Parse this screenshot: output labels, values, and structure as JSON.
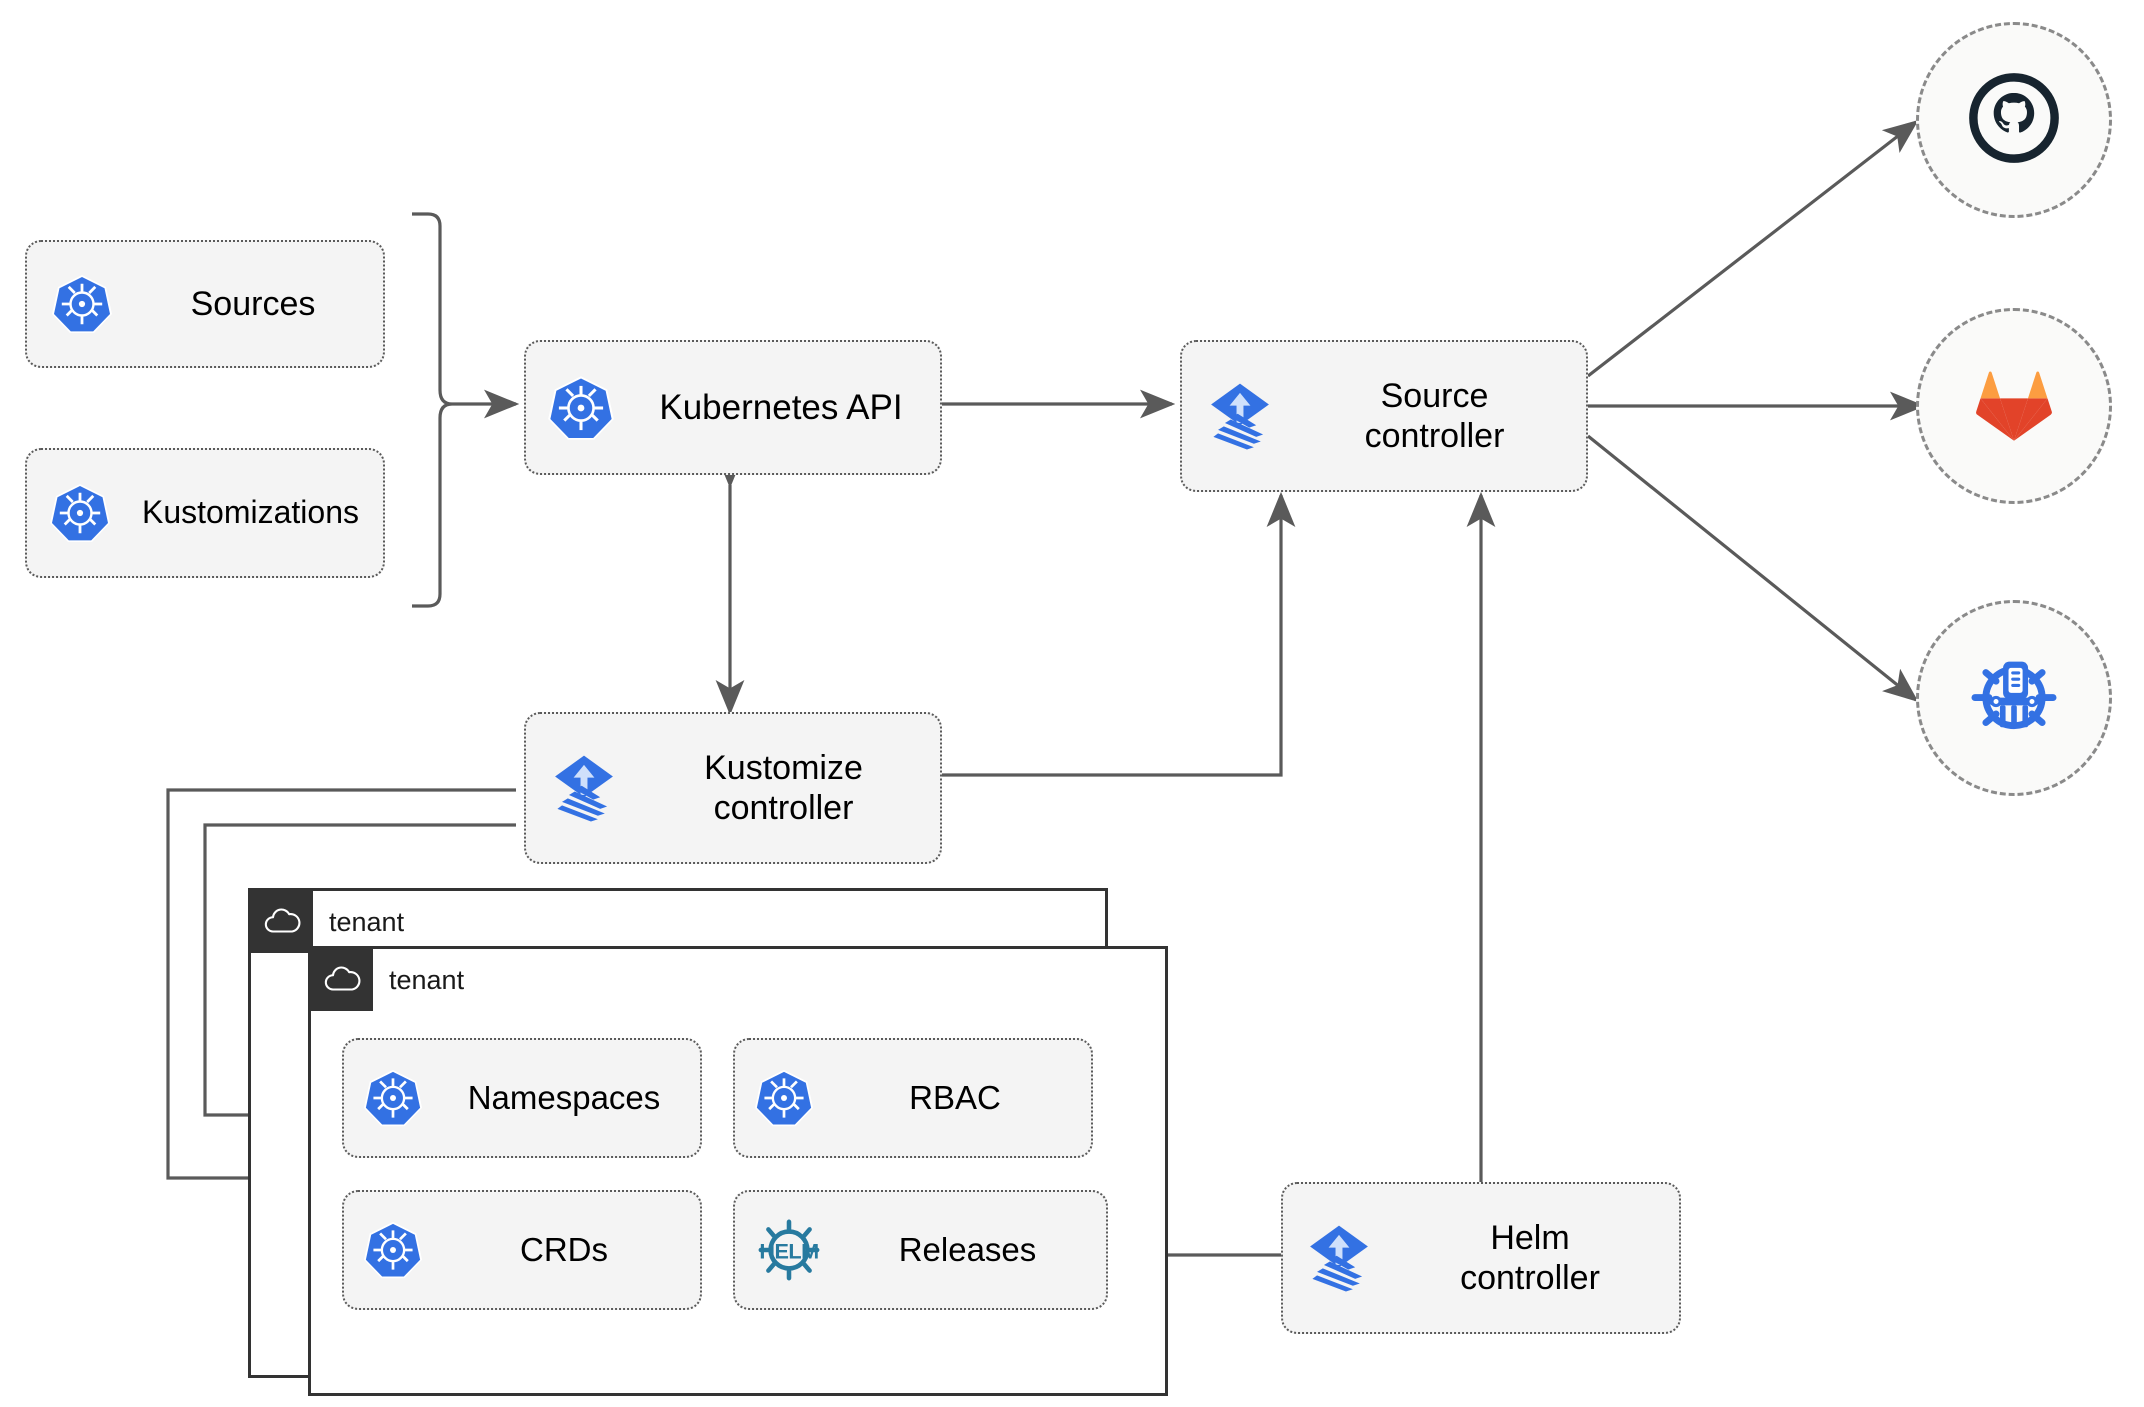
{
  "diagram": {
    "title": "Flux GitOps Multi-tenancy Architecture",
    "accent_blue": "#3371e3",
    "flux_blue": "#3371e3",
    "helm_teal": "#277a9f",
    "github_navy": "#17242f",
    "gitlab_orange": "#e24329",
    "gitlab_amber": "#fc9d41",
    "line_color": "#5a5a5a",
    "node_fill": "#f4f4f4",
    "tenant_header": "#333333"
  },
  "resources": [
    {
      "id": "sources",
      "label": "Sources",
      "icon": "kubernetes-icon"
    },
    {
      "id": "kustomizations",
      "label": "Kustomizations",
      "icon": "kubernetes-icon"
    }
  ],
  "controllers": [
    {
      "id": "kubernetes-api",
      "label": "Kubernetes API",
      "icon": "kubernetes-icon"
    },
    {
      "id": "source-controller",
      "label": "Source\ncontroller",
      "icon": "flux-icon"
    },
    {
      "id": "kustomize-controller",
      "label": "Kustomize\ncontroller",
      "icon": "flux-icon"
    },
    {
      "id": "helm-controller",
      "label": "Helm\ncontroller",
      "icon": "flux-icon"
    }
  ],
  "providers": [
    {
      "id": "github",
      "label": "github-icon",
      "icon": "github-icon"
    },
    {
      "id": "gitlab",
      "label": "gitlab-icon",
      "icon": "gitlab-icon"
    },
    {
      "id": "helm-charts",
      "label": "helm-charts-icon",
      "icon": "helm-charts-icon"
    }
  ],
  "tenants": [
    {
      "id": "tenant-outer",
      "label": "tenant",
      "icon": "cloud-icon"
    },
    {
      "id": "tenant-inner",
      "label": "tenant",
      "icon": "cloud-icon"
    }
  ],
  "tenant_resources": [
    {
      "id": "namespaces",
      "label": "Namespaces",
      "icon": "kubernetes-icon"
    },
    {
      "id": "rbac",
      "label": "RBAC",
      "icon": "kubernetes-icon"
    },
    {
      "id": "crds",
      "label": "CRDs",
      "icon": "kubernetes-icon"
    },
    {
      "id": "releases",
      "label": "Releases",
      "icon": "helm-icon"
    }
  ],
  "connections": [
    {
      "from": "sources",
      "to": "kubernetes-api",
      "style": "bracket"
    },
    {
      "from": "kustomizations",
      "to": "kubernetes-api",
      "style": "bracket"
    },
    {
      "from": "kubernetes-api",
      "to": "source-controller",
      "style": "bidirectional"
    },
    {
      "from": "kubernetes-api",
      "to": "kustomize-controller",
      "style": "bidirectional"
    },
    {
      "from": "kustomize-controller",
      "to": "source-controller",
      "style": "arrow"
    },
    {
      "from": "helm-controller",
      "to": "source-controller",
      "style": "arrow"
    },
    {
      "from": "source-controller",
      "to": "github",
      "style": "arrow"
    },
    {
      "from": "source-controller",
      "to": "gitlab",
      "style": "arrow"
    },
    {
      "from": "source-controller",
      "to": "helm-charts",
      "style": "arrow"
    },
    {
      "from": "kustomize-controller",
      "to": "tenant-outer",
      "style": "arrow"
    },
    {
      "from": "kustomize-controller",
      "to": "tenant-inner",
      "style": "arrow"
    },
    {
      "from": "helm-controller",
      "to": "releases",
      "style": "arrow"
    }
  ]
}
